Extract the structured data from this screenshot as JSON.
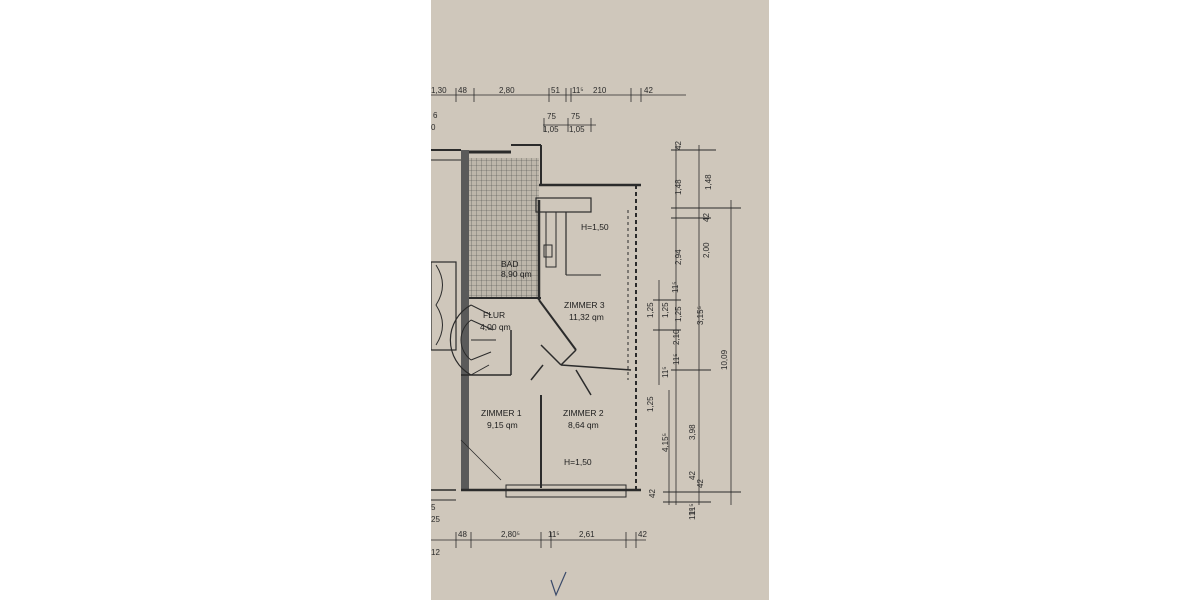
{
  "photo": {
    "background": "#cfc7bb",
    "ink": "#2b2b2b"
  },
  "rooms": {
    "bad": {
      "name": "BAD",
      "area": "8,90 qm"
    },
    "flur": {
      "name": "FLUR",
      "area": "4,00 qm"
    },
    "zimmer3": {
      "name": "ZIMMER 3",
      "area": "11,32 qm",
      "height": "H=1,50"
    },
    "zimmer1": {
      "name": "ZIMMER 1",
      "area": "9,15 qm"
    },
    "zimmer2": {
      "name": "ZIMMER 2",
      "area": "8,64 qm",
      "height": "H=1,50"
    }
  },
  "dimensions": {
    "top_row": [
      "1,30",
      "48",
      "2,80",
      "51",
      "11⁵",
      "210",
      "42"
    ],
    "top_sub": [
      "75",
      "75",
      "1,05",
      "1,05"
    ],
    "top_left_fragments": [
      "6",
      "0"
    ],
    "bottom_row": [
      "48",
      "2,80⁵",
      "11⁵",
      "2,61",
      "42"
    ],
    "bottom_left_fragments": [
      "5",
      "25",
      "12"
    ],
    "right_col_1": [
      "1,25",
      "1,25",
      "1,25",
      "11⁵",
      "4,15⁵"
    ],
    "right_col_2": [
      "11⁵",
      "1,25",
      "2,10",
      "11⁵",
      "3,98",
      "42",
      "11⁵"
    ],
    "right_col_3": [
      "2,94",
      "2,00",
      "42",
      "1,48",
      "42",
      "1,48",
      "3,15⁵"
    ],
    "right_col_4": [
      "10,09"
    ],
    "misc": [
      "42",
      "42",
      "11⁵"
    ]
  }
}
